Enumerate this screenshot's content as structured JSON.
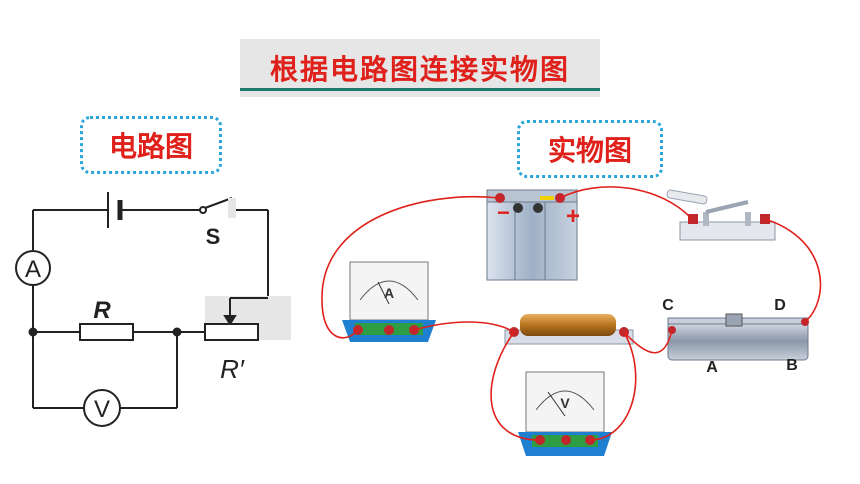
{
  "title": "根据电路图连接实物图",
  "schematic_label": "电路图",
  "physical_label": "实物图",
  "schematic": {
    "ammeter_symbol": "A",
    "voltmeter_symbol": "V",
    "switch_label": "S",
    "resistor_label": "R",
    "rheostat_label": "R′"
  },
  "physical": {
    "ammeter_face_letter": "A",
    "voltmeter_face_letter": "V",
    "rheostat_terminal_c": "C",
    "rheostat_terminal_d": "D",
    "rheostat_terminal_a": "A",
    "rheostat_terminal_b": "B",
    "battery_minus": "−",
    "battery_plus": "+"
  },
  "colors": {
    "wire": "#e0201a",
    "title_text": "#e0201a",
    "dotted_border": "#2aa6d9",
    "title_underline": "#1e7b6a"
  }
}
